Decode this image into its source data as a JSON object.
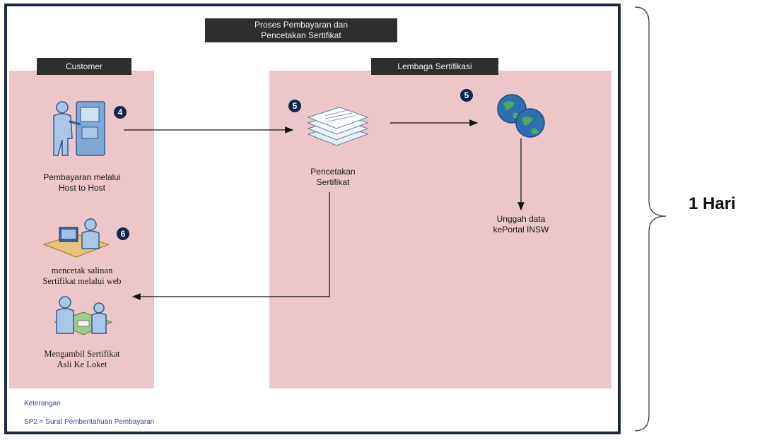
{
  "title": [
    "Proses Pembayaran dan",
    "Pencetakan Sertifikat"
  ],
  "lanes": {
    "customer": "Customer",
    "lembaga": "Lembaga Sertifikasi"
  },
  "steps": {
    "host_payment": {
      "number": "4",
      "label": [
        "Pembayaran melalui",
        "Host to Host"
      ]
    },
    "print_cert": {
      "number": "5",
      "label": [
        "Pencetakan",
        "Sertifikat"
      ]
    },
    "upload": {
      "number": "5",
      "label": [
        "Unggah data",
        "kePortal INSW"
      ]
    },
    "print_copy": {
      "number": "6",
      "label": [
        "mencetak salinan",
        "Sertifikat melalui web"
      ]
    },
    "pickup": {
      "label": [
        "Mengambil Sertifikat",
        "Asli Ke Loket"
      ]
    }
  },
  "legend": {
    "heading": "Keterangan",
    "item": "SP2 = Surat Pemberitahuan Pembayaran"
  },
  "brace_label": "1 Hari",
  "colors": {
    "frame": "#1b2a44",
    "panel": "#ecc6c9",
    "label_bar": "#2e2e2e",
    "badge": "#10264f"
  }
}
